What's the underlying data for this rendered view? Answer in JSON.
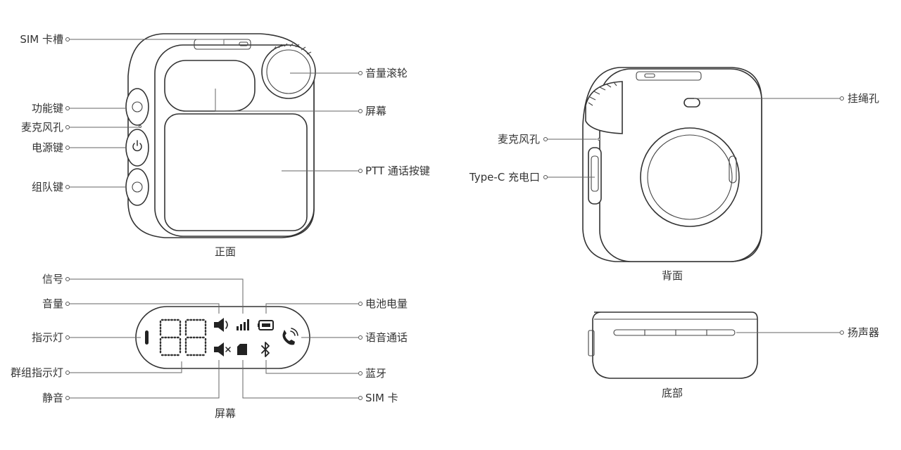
{
  "front_view": {
    "caption": "正面",
    "labels": {
      "sim_slot": "SIM 卡槽",
      "function_key": "功能键",
      "mic_hole": "麦克风孔",
      "power_key": "电源键",
      "group_key": "组队键",
      "volume_wheel": "音量滚轮",
      "screen": "屏幕",
      "ptt_key": "PTT 通话按键"
    }
  },
  "back_view": {
    "caption": "背面",
    "labels": {
      "lanyard_hole": "挂绳孔",
      "mic_hole": "麦克风孔",
      "typec_port": "Type-C 充电口"
    }
  },
  "bottom_view": {
    "caption": "底部",
    "labels": {
      "speaker": "扬声器"
    }
  },
  "screen_view": {
    "caption": "屏幕",
    "digits": "88",
    "labels": {
      "signal": "信号",
      "volume": "音量",
      "indicator": "指示灯",
      "group_indicator": "群组指示灯",
      "mute": "静音",
      "battery": "电池电量",
      "voice_call": "语音通话",
      "bluetooth": "蓝牙",
      "sim_card": "SIM 卡"
    },
    "icons": [
      "volume-icon",
      "signal-icon",
      "battery-icon",
      "voice-call-icon",
      "mute-icon",
      "sim-card-icon",
      "bluetooth-icon"
    ]
  },
  "colors": {
    "line": "#666666",
    "outline": "#333333",
    "text": "#333333"
  }
}
